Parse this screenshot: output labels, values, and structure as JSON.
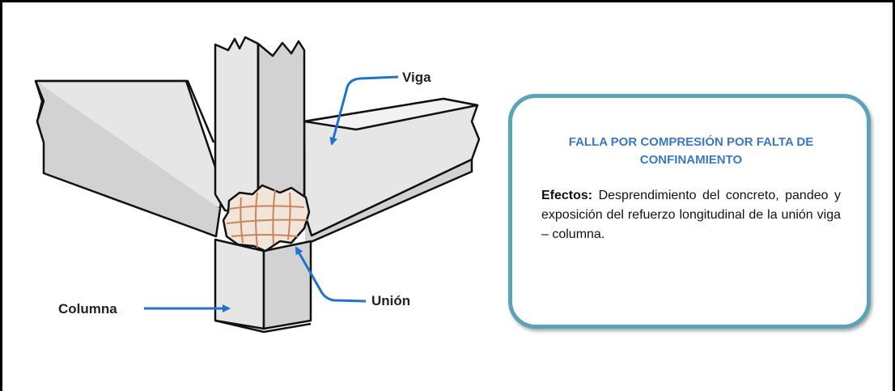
{
  "labels": {
    "viga": "Viga",
    "union": "Unión",
    "columna": "Columna"
  },
  "infobox": {
    "title": "FALLA POR COMPRESIÓN POR FALTA DE CONFINAMIENTO",
    "effects_label": "Efectos:",
    "effects_text": " Desprendimiento del concreto, pandeo y exposición del refuerzo longitudinal de la unión viga – columna."
  },
  "colors": {
    "member_fill": "#e6e6e6",
    "member_shade": "#cfcfcf",
    "crack": "#c8845a",
    "arrow": "#1f73c8",
    "box_border": "#5ba3b8",
    "title": "#3a78c2"
  }
}
